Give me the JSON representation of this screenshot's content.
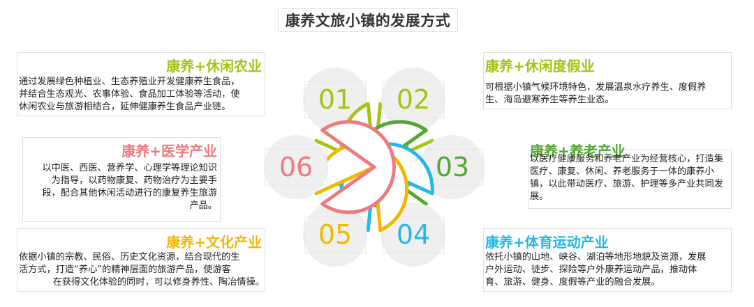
{
  "title": "康养文旅小镇的发展方式",
  "petals": [
    {
      "num": "01",
      "color": "#a4c414"
    },
    {
      "num": "02",
      "color": "#a4c414"
    },
    {
      "num": "03",
      "color": "#52a832"
    },
    {
      "num": "04",
      "color": "#24b8ea"
    },
    {
      "num": "05",
      "color": "#f2b800"
    },
    {
      "num": "06",
      "color": "#ee7a80"
    }
  ],
  "cards": [
    {
      "heading": "康养+休闲农业",
      "lines": [
        "通过发展绿色种植业、生态养殖业开发健康养生食品，",
        "并结合生态观光、农事体验、食品加工体验等活动，使",
        "休闲农业与旅游相结合，延伸健康养生食品产业链。"
      ]
    },
    {
      "heading": "康养+休闲度假业",
      "lines": [
        "可根据小镇气候环境特色，发展温泉水疗养生、度假养",
        "生、海岛避寒养生等养生业态。"
      ]
    },
    {
      "heading": "康养+养老产业",
      "lines": [
        "以医疗健康服务和养老产业为经营核心，打造集",
        "医疗、康复、休闲、养老服务于一体的康养小",
        "镇，以此带动医疗、旅游、护理等多产业共同发",
        "展。"
      ]
    },
    {
      "heading": "康养+体育运动产业",
      "lines": [
        "依托小镇的山地、峡谷、湖泊等地形地貌及资源，发展",
        "户外运动、徒步、探险等户外康养运动产品，推动体",
        "育、旅游、健身、度假等产业的融合发展。"
      ]
    },
    {
      "heading": "康养+文化产业",
      "lines": [
        "依据小镇的宗教、民俗、历史文化资源，结合现代的生",
        "活方式，打造“养心”的精神层面的旅游产品，使游客",
        "在获得文化体验的同时，可以修身养性、陶冶情操。"
      ]
    },
    {
      "heading": "康养+医学产业",
      "lines": [
        "以中医、西医、营养学、心理学等理论知识",
        "为指导，以药物康复、药物治疗为主要手",
        "段，配合其他休闲活动进行的康复养生旅游",
        "产品。"
      ]
    }
  ]
}
